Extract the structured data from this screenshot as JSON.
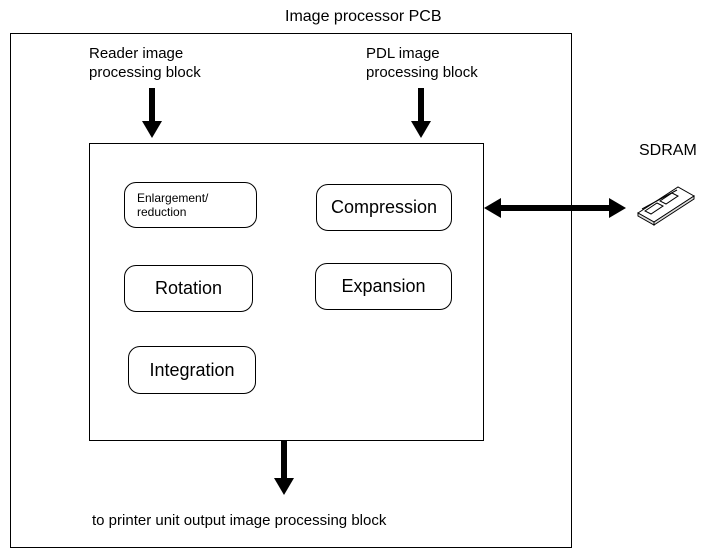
{
  "diagram": {
    "title": "Image processor PCB",
    "reader_block": "Reader image\nprocessing block",
    "pdl_block": "PDL image\nprocessing block",
    "functions": {
      "enlargement": "Enlargement/\nreduction",
      "compression": "Compression",
      "rotation": "Rotation",
      "expansion": "Expansion",
      "integration": "Integration"
    },
    "memory_label": "SDRAM",
    "output_label": "to printer unit output image processing block"
  }
}
